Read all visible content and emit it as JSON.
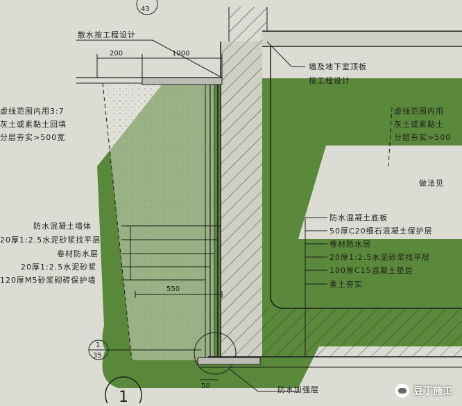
{
  "labels": {
    "detail_top_no": "43",
    "drainage": "散水按工程设计",
    "dim_200": "200",
    "dim_1000": "1000",
    "wall_roof": "墙及地下室顶板",
    "by_design": "按工程设计",
    "left_backfill_1": "虚线范围内用3:7",
    "left_backfill_2": "灰土或素黏土回填",
    "left_backfill_3": "分层夯实>500宽",
    "right_backfill_1": "虚线范围内用",
    "right_backfill_2": "灰土或素黏土",
    "right_backfill_3": "分层夯实>500",
    "method": "做法见",
    "layer_l1": "防水混凝土墙体",
    "layer_l2": "20厚1:2.5水泥砂浆找平层",
    "layer_l3": "卷材防水层",
    "layer_l4": "20厚1:2.5水泥砂浆",
    "layer_l5": "120厚M5砂浆砌砖保护墙",
    "layer_r1": "防水混凝土底板",
    "layer_r2": "50厚C20细石混凝土保护层",
    "layer_r3": "卷材防水层",
    "layer_r4": "20厚1:2.5水泥砂浆找平层",
    "layer_r5": "100厚C15混凝土垫层",
    "layer_r6": "素土夯实",
    "dim_550": "550",
    "detail_bottom_top": "1",
    "detail_bottom_sheet": "35",
    "dim_50": "50",
    "reinforce": "防水加强层",
    "detail_big": "1"
  },
  "watermark": "豆丁施工",
  "colors": {
    "paper": "#dcdcd4",
    "green_overlay": "#4d7f2a",
    "line": "#1d1d1d",
    "backfill": "#e3e3dc"
  }
}
